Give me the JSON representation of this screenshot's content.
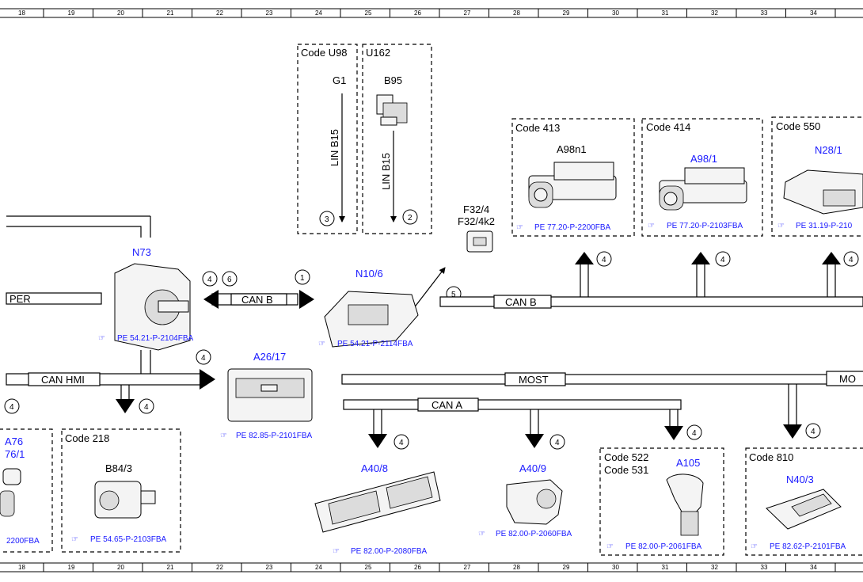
{
  "ruler": {
    "numbers": [
      "18",
      "19",
      "20",
      "21",
      "22",
      "23",
      "24",
      "25",
      "26",
      "27",
      "28",
      "29",
      "30",
      "31",
      "32",
      "33",
      "34"
    ]
  },
  "code_boxes": {
    "u98": "Code U98",
    "u162": "U162",
    "c413": "Code 413",
    "c414": "Code 414",
    "c550": "Code 550",
    "c218": "Code 218",
    "c522": "Code 522",
    "c531": "Code 531",
    "c810": "Code 810"
  },
  "labels": {
    "g1": "G1",
    "b95": "B95",
    "lin1": "LIN B15",
    "lin2": "LIN B15",
    "a98n1": "A98n1",
    "a98_1": "A98/1",
    "n28_1": "N28/1",
    "f32_4": "F32/4",
    "f32_4k2": "F32/4k2",
    "n73": "N73",
    "n10_6": "N10/6",
    "a26_17": "A26/17",
    "b84_3": "B84/3",
    "a40_8": "A40/8",
    "a40_9": "A40/9",
    "a105": "A105",
    "n40_3": "N40/3",
    "a76": "A76",
    "a76_1": "76/1"
  },
  "buses": {
    "can_b_left": "CAN B",
    "can_b_right": "CAN B",
    "can_hmi": "CAN HMI",
    "can_a": "CAN A",
    "most": "MOST",
    "most_cut": "MO",
    "per_cut": "PER"
  },
  "refs": {
    "a98n1": "PE 77.20-P-2200FBA",
    "a98_1": "PE 77.20-P-2103FBA",
    "n28_1": "PE 31.19-P-210",
    "n73": "PE 54.21-P-2104FBA",
    "n10_6": "PE 54.21-P-2114FBA",
    "a26_17": "PE 82.85-P-2101FBA",
    "b84_3": "PE 54.65-P-2103FBA",
    "a40_8": "PE 82.00-P-2080FBA",
    "a40_9": "PE 82.00-P-2060FBA",
    "a105": "PE 82.00-P-2061FBA",
    "n40_3": "PE 82.62-P-2101FBA",
    "a76": "2200FBA"
  },
  "circle_numbers": {
    "u98": "3",
    "u162": "2",
    "f32": "5",
    "n10": "1",
    "n73_a": "4",
    "n73_b": "6",
    "a413": "4",
    "a414": "4",
    "a550": "4",
    "a26": "4",
    "b84": "4",
    "a76": "4",
    "a40_8": "4",
    "a40_9": "4",
    "a105": "4",
    "n40": "4"
  }
}
